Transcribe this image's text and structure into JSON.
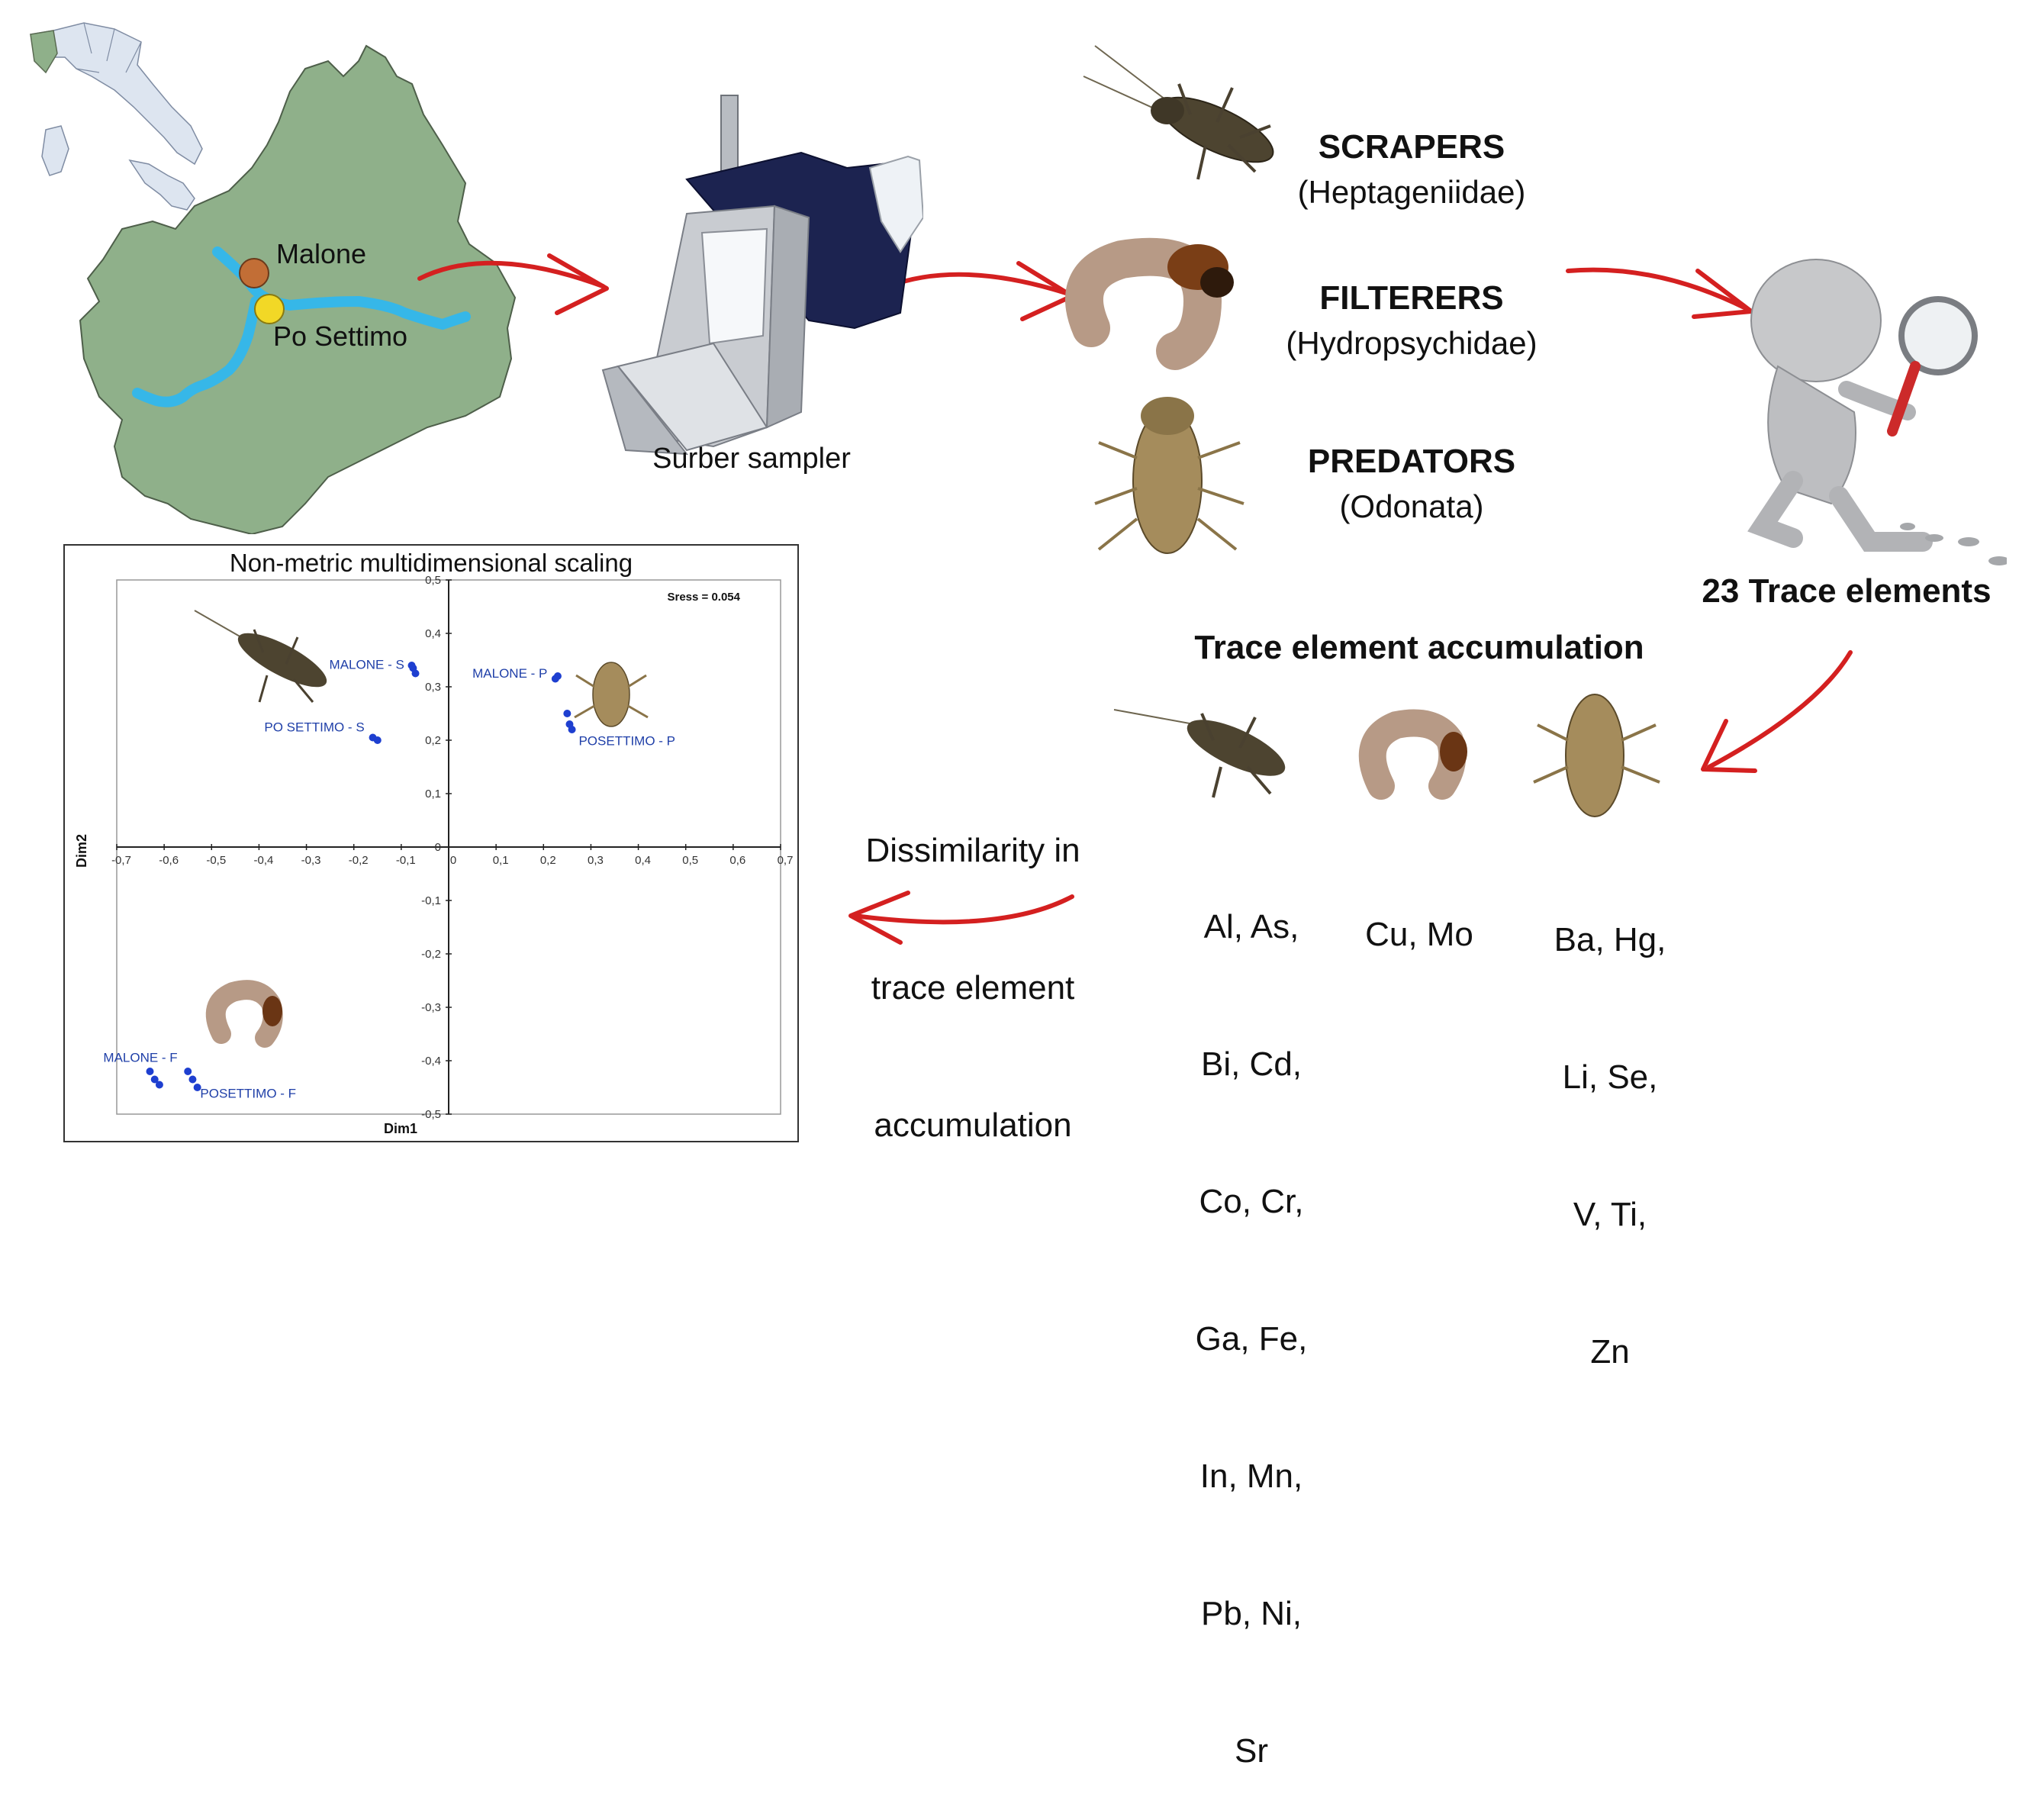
{
  "map": {
    "site1": "Malone",
    "site2": "Po Settimo",
    "colors": {
      "region": "#8fb08a",
      "river": "#36b7e8",
      "site1": "#c26e36",
      "site2": "#f2d826"
    }
  },
  "sampler": {
    "label": "Surber sampler"
  },
  "groups": [
    {
      "title": "SCRAPERS",
      "taxon": "(Heptageniidae)"
    },
    {
      "title": "FILTERERS",
      "taxon": "(Hydropsychidae)"
    },
    {
      "title": "PREDATORS",
      "taxon": "(Odonata)"
    }
  ],
  "analysis": {
    "label": "23 Trace elements"
  },
  "accumulation": {
    "title": "Trace element accumulation",
    "scrapers_elements": [
      "Al, As,",
      "Bi, Cd,",
      "Co, Cr,",
      "Ga, Fe,",
      "In, Mn,",
      "Pb, Ni,",
      "Sr"
    ],
    "filterers_elements": [
      "Cu, Mo"
    ],
    "predators_elements": [
      "Ba, Hg,",
      "Li, Se,",
      "V, Ti,",
      "Zn"
    ]
  },
  "dissimilarity": {
    "lines": [
      "Dissimilarity in",
      "trace element",
      "accumulation"
    ]
  },
  "arrows": {
    "color": "#d42020"
  },
  "chart_data": {
    "type": "scatter",
    "title": "Non-metric multidimensional scaling",
    "xlabel": "Dim1",
    "ylabel": "Dim2",
    "stress_label": "Sress = 0.054",
    "xlim": [
      -0.7,
      0.7
    ],
    "ylim": [
      -0.5,
      0.5
    ],
    "xticks": [
      "-0,7",
      "-0,6",
      "-0,5",
      "-0,4",
      "-0,3",
      "-0,2",
      "-0,1",
      "0",
      "0,1",
      "0,2",
      "0,3",
      "0,4",
      "0,5",
      "0,6",
      "0,7"
    ],
    "yticks": [
      "0,5",
      "0,4",
      "0,3",
      "0,2",
      "0,1",
      "0",
      "-0,1",
      "-0,2",
      "-0,3",
      "-0,4",
      "-0,5"
    ],
    "grid": false,
    "point_color": "#1e3fd0",
    "series": [
      {
        "name": "MALONE - S",
        "x": [
          -0.075,
          -0.07,
          -0.078
        ],
        "y": [
          0.335,
          0.325,
          0.34
        ]
      },
      {
        "name": "PO SETTIMO - S",
        "x": [
          -0.16,
          -0.15
        ],
        "y": [
          0.205,
          0.2
        ]
      },
      {
        "name": "MALONE - P",
        "x": [
          0.23,
          0.225
        ],
        "y": [
          0.32,
          0.315
        ]
      },
      {
        "name": "POSETTIMO - P",
        "x": [
          0.25,
          0.255,
          0.26
        ],
        "y": [
          0.25,
          0.23,
          0.22
        ]
      },
      {
        "name": "MALONE - F",
        "x": [
          -0.63,
          -0.62,
          -0.61
        ],
        "y": [
          -0.42,
          -0.435,
          -0.445
        ]
      },
      {
        "name": "POSETTIMO - F",
        "x": [
          -0.55,
          -0.54,
          -0.53
        ],
        "y": [
          -0.42,
          -0.435,
          -0.45
        ]
      }
    ]
  }
}
